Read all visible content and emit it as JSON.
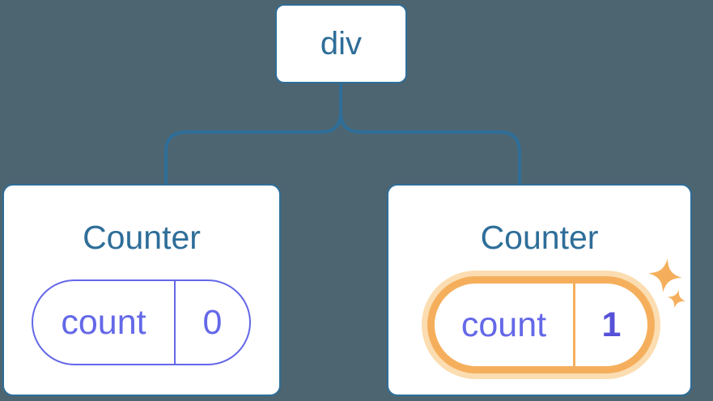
{
  "colors": {
    "background": "#4D6571",
    "node_blue": "#2E6E99",
    "state_indigo": "#6468E8",
    "state_value_indigo": "#5651D8",
    "highlight_orange": "#F5AF5C",
    "highlight_orange_light": "#FBDDB1",
    "card_background": "#FFFFFF"
  },
  "tree": {
    "root": {
      "label": "div"
    },
    "children": [
      {
        "title": "Counter",
        "state": {
          "key": "count",
          "value": "0"
        },
        "highlighted": false
      },
      {
        "title": "Counter",
        "state": {
          "key": "count",
          "value": "1"
        },
        "highlighted": true,
        "icon": "sparkles-icon"
      }
    ]
  }
}
